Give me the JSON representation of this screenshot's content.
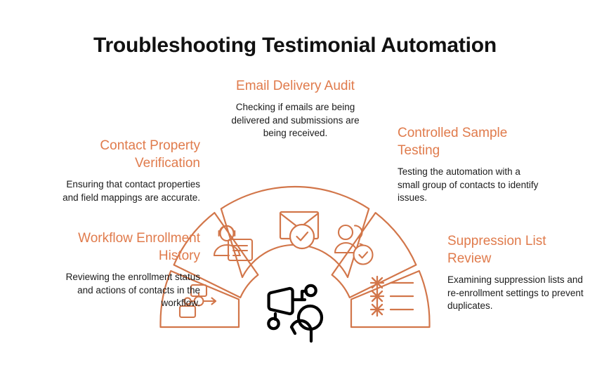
{
  "header": {
    "title": "Troubleshooting Testimonial Automation"
  },
  "theme": {
    "accent": "#E07B4C",
    "title_color": "#111111",
    "body_color": "#1B1B1B",
    "background": "#FFFFFF",
    "wedge_stroke": "#D2764A",
    "center_icon_stroke": "#000000"
  },
  "diagram": {
    "type": "semicircular-fan",
    "segment_count": 5,
    "center_icon": "person-presenting-screen-icon",
    "segments": [
      {
        "id": "workflow-enrollment-history",
        "position": "outer-left",
        "icon": "workflow-flowchart-icon",
        "label": "Workflow Enrollment History",
        "description": "Reviewing the enrollment status and actions of contacts in the workflow."
      },
      {
        "id": "contact-property-verification",
        "position": "inner-left",
        "icon": "contact-profile-card-icon",
        "label": "Contact Property Verification",
        "description": "Ensuring that contact properties and field mappings are accurate."
      },
      {
        "id": "email-delivery-audit",
        "position": "center",
        "icon": "envelope-check-icon",
        "label": "Email Delivery Audit",
        "description": "Checking if emails are being delivered and submissions are being received."
      },
      {
        "id": "controlled-sample-testing",
        "position": "inner-right",
        "icon": "users-check-icon",
        "label": "Controlled Sample Testing",
        "description": "Testing the automation with a small group of contacts to identify issues."
      },
      {
        "id": "suppression-list-review",
        "position": "outer-right",
        "icon": "asterisk-list-icon",
        "label": "Suppression List Review",
        "description": "Examining suppression lists and re-enrollment settings to prevent duplicates."
      }
    ]
  },
  "labels": {
    "contact_property": {
      "title": "Contact Property Verification",
      "desc": "Ensuring that contact properties and field mappings are accurate."
    },
    "workflow_enrollment": {
      "title": "Workflow Enrollment History",
      "desc": "Reviewing the enrollment status and actions of contacts in the workflow."
    },
    "email_delivery": {
      "title": "Email Delivery Audit",
      "desc": "Checking if emails are being delivered and submissions are being received."
    },
    "controlled_sample": {
      "title": "Controlled Sample Testing",
      "desc": "Testing the automation with a small group of contacts to identify issues."
    },
    "suppression_list": {
      "title": "Suppression List Review",
      "desc": "Examining suppression lists and re-enrollment settings to prevent duplicates."
    }
  }
}
